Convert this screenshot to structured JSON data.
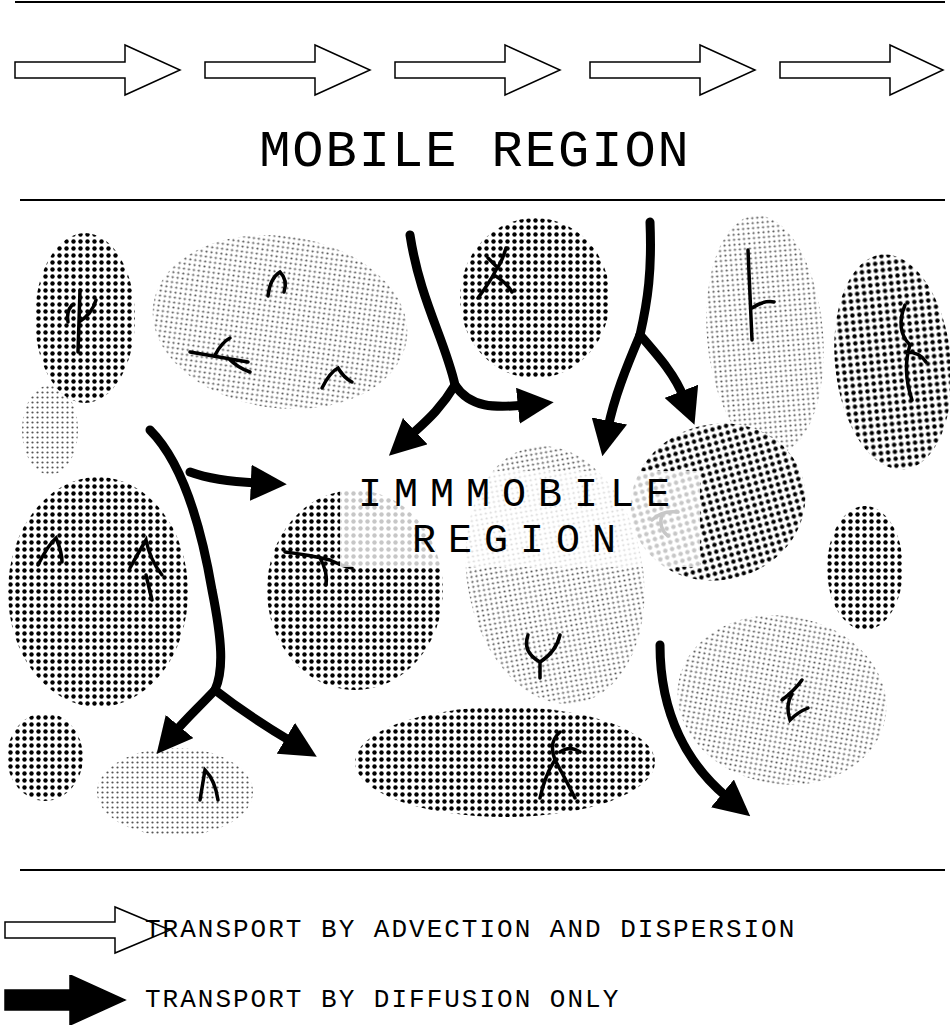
{
  "diagram": {
    "nodes": [
      {
        "text": [
          "MOBILE REGION"
        ]
      },
      {
        "text": [
          "IMMMOBILE REGION"
        ]
      }
    ],
    "legend": [
      {
        "text": "TRANSPORT BY ADVECTION AND DISPERSION"
      },
      {
        "text": "TRANSPORT BY DIFFUSION ONLY"
      }
    ]
  }
}
